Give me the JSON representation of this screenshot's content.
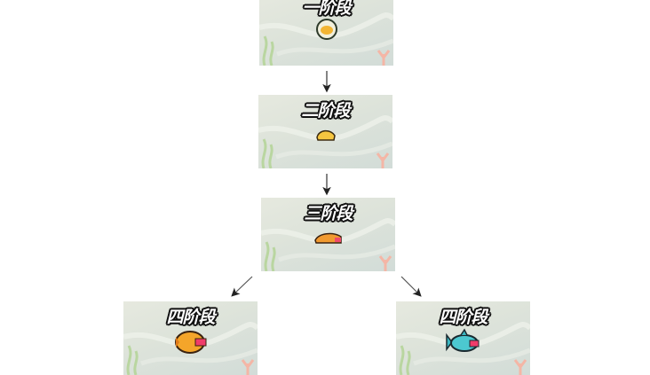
{
  "stages": [
    {
      "label": "一阶段",
      "creature": "egg-fish"
    },
    {
      "label": "二阶段",
      "creature": "small-yellow-fish"
    },
    {
      "label": "三阶段",
      "creature": "orange-fish"
    },
    {
      "label": "四阶段",
      "creature": "orange-puffer-fish"
    },
    {
      "label": "四阶段",
      "creature": "cyan-shark-fish"
    }
  ],
  "colors": {
    "panel_bg": "#dde3da",
    "seaweed": "#b9d6a0",
    "coral": "#f4b6a6",
    "arrow": "#222222"
  }
}
